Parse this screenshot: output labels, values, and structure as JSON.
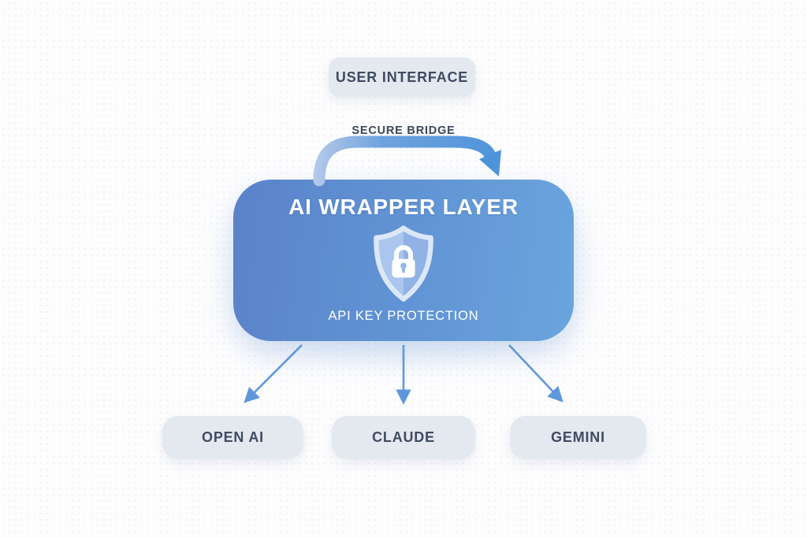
{
  "diagram": {
    "user_interface": {
      "label": "USER INTERFACE"
    },
    "bridge": {
      "label": "SECURE BRIDGE",
      "style": "curved-arrow-left-to-right"
    },
    "wrapper": {
      "title": "AI WRAPPER LAYER",
      "subtitle": "API KEY PROTECTION",
      "icon": "shield-lock-icon"
    },
    "providers": [
      {
        "id": "openai",
        "label": "OPEN AI"
      },
      {
        "id": "claude",
        "label": "CLAUDE"
      },
      {
        "id": "gemini",
        "label": "GEMINI"
      }
    ],
    "connections": [
      {
        "from": "user_interface",
        "to": "wrapper",
        "label": "SECURE BRIDGE"
      },
      {
        "from": "wrapper",
        "to": "openai"
      },
      {
        "from": "wrapper",
        "to": "claude"
      },
      {
        "from": "wrapper",
        "to": "gemini"
      }
    ],
    "colors": {
      "background": "#fdfdfe",
      "pill_background": "#e4e8ef",
      "pill_text": "#3f4b61",
      "wrapper_gradient_start": "#5b82ca",
      "wrapper_gradient_end": "#6aa5de",
      "arrow_blue": "#5f97db",
      "bridge_arrow_start": "#b3c9ea",
      "bridge_arrow_end": "#4e93da",
      "shield_border": "#dce8f8",
      "shield_left": "#aac6ee",
      "shield_right": "#90b2e4",
      "lock": "#ffffff"
    }
  }
}
